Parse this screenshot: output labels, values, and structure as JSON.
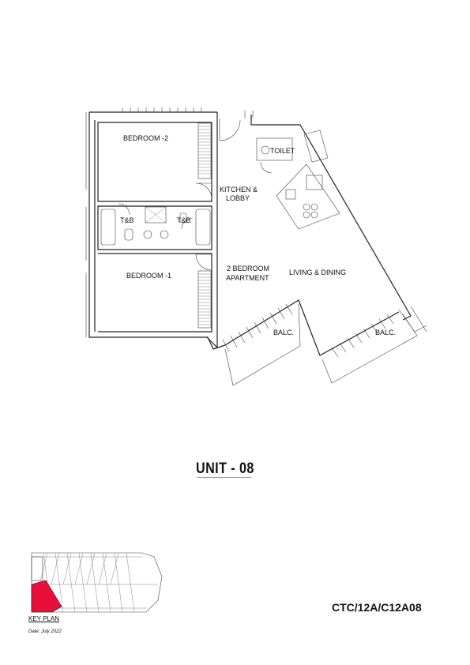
{
  "plan": {
    "rooms": {
      "bedroom_2": "BEDROOM -2",
      "toilet": "TOILET",
      "kitchen_line1": "KITCHEN &",
      "kitchen_line2": "LOBBY",
      "tb_left": "T&B",
      "tb_right": "T&B",
      "apartment_line1": "2 BEDROOM",
      "apartment_line2": "APARTMENT",
      "bedroom_1": "BEDROOM -1",
      "living": "LIVING & DINING",
      "balc_left": "BALC.",
      "balc_right": "BALC."
    },
    "unit_title": "UNIT - 08",
    "unit_code": "CTC/12A/C12A08"
  },
  "key_plan": {
    "label": "KEY PLAN",
    "date": "Date: July 2022",
    "highlight_color": "#e8103a"
  }
}
